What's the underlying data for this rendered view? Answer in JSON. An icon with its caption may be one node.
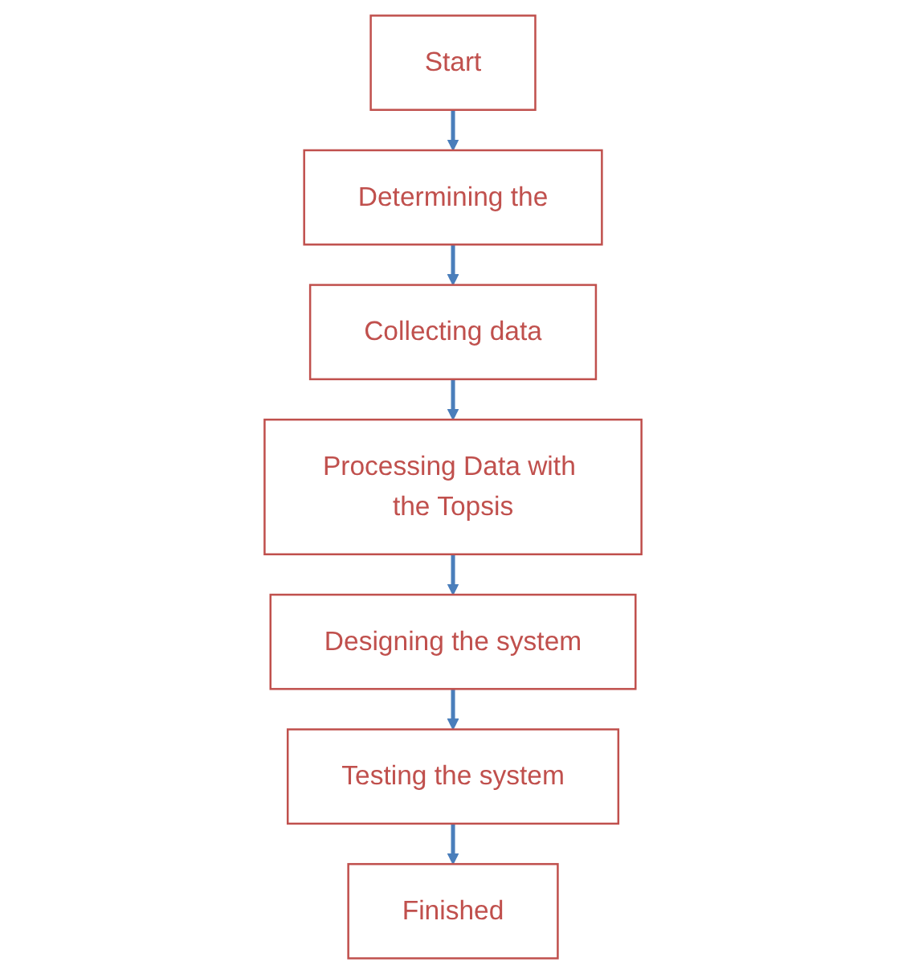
{
  "diagram": {
    "nodes": [
      {
        "text": [
          "Start"
        ]
      },
      {
        "text": [
          "Determining the"
        ]
      },
      {
        "text": [
          "Collecting data"
        ]
      },
      {
        "text": [
          "Processing Data with the Topsis"
        ]
      },
      {
        "text": [
          "Designing the system"
        ]
      },
      {
        "text": [
          "Testing the system"
        ]
      },
      {
        "text": [
          "Finished"
        ]
      }
    ],
    "edges": [
      {
        "from": 0,
        "to": 1,
        "arrow": "to"
      },
      {
        "from": 1,
        "to": 2,
        "arrow": "to"
      },
      {
        "from": 2,
        "to": 3,
        "arrow": "to"
      },
      {
        "from": 3,
        "to": 4,
        "arrow": "to"
      },
      {
        "from": 4,
        "to": 5,
        "arrow": "to"
      },
      {
        "from": 5,
        "to": 6,
        "arrow": "to"
      }
    ]
  }
}
